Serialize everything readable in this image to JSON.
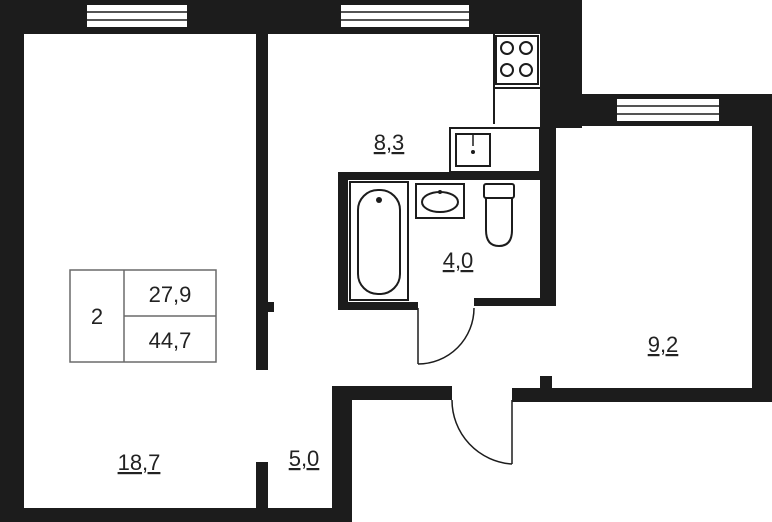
{
  "rooms": {
    "living_room_area": "18,7",
    "kitchen_area": "8,3",
    "bathroom_area": "4,0",
    "bedroom_area": "9,2",
    "hallway_area": "5,0"
  },
  "summary": {
    "room_count": "2",
    "living_area": "27,9",
    "total_area": "44,7"
  },
  "icons": [
    "stove-icon",
    "sink-icon",
    "bathtub-icon",
    "washbasin-icon",
    "toilet-icon",
    "window-icon",
    "door-icon"
  ],
  "colors": {
    "wall": "#1c1c1c",
    "background": "#ffffff",
    "text": "#222222"
  }
}
